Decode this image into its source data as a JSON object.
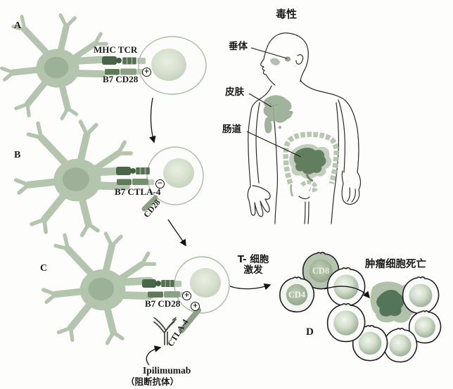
{
  "figure": {
    "description_domain": "immune checkpoint diagram",
    "panel_a": {
      "label": "A",
      "mhc_tcr": "MHC TCR",
      "b7_cd28": "B7 CD28",
      "costim_sign": "+"
    },
    "panel_b": {
      "label": "B",
      "b7_ctla4": "B7 CTLA-4",
      "cd28": "CD28",
      "inhib_sign": "−"
    },
    "panel_c": {
      "label": "C",
      "b7_cd28": "B7 CD28",
      "ctla4": "CTLA-4",
      "costim_sign_1": "+",
      "costim_sign_2": "+",
      "drug_name": "Ipilimumab",
      "drug_note": "（阻断抗体）"
    },
    "body_map": {
      "title": "毒性",
      "pituitary": "垂体",
      "skin": "皮肤",
      "intestine": "肠道"
    },
    "activation": {
      "line1": "T- 细胞",
      "line2": "激发"
    },
    "panel_d": {
      "label": "D",
      "title": "肿瘤细胞死亡",
      "cd8_label": "CD8",
      "cd4_label": "CD4"
    },
    "colors": {
      "sage": "#b4c5ae",
      "sage_dark": "#9cb198",
      "receptor_dark": "#53704f",
      "receptor_mid": "#8aa183",
      "organ_green": "#97ae92",
      "dead_cell": "#5c7a59",
      "outline": "#222222"
    }
  }
}
